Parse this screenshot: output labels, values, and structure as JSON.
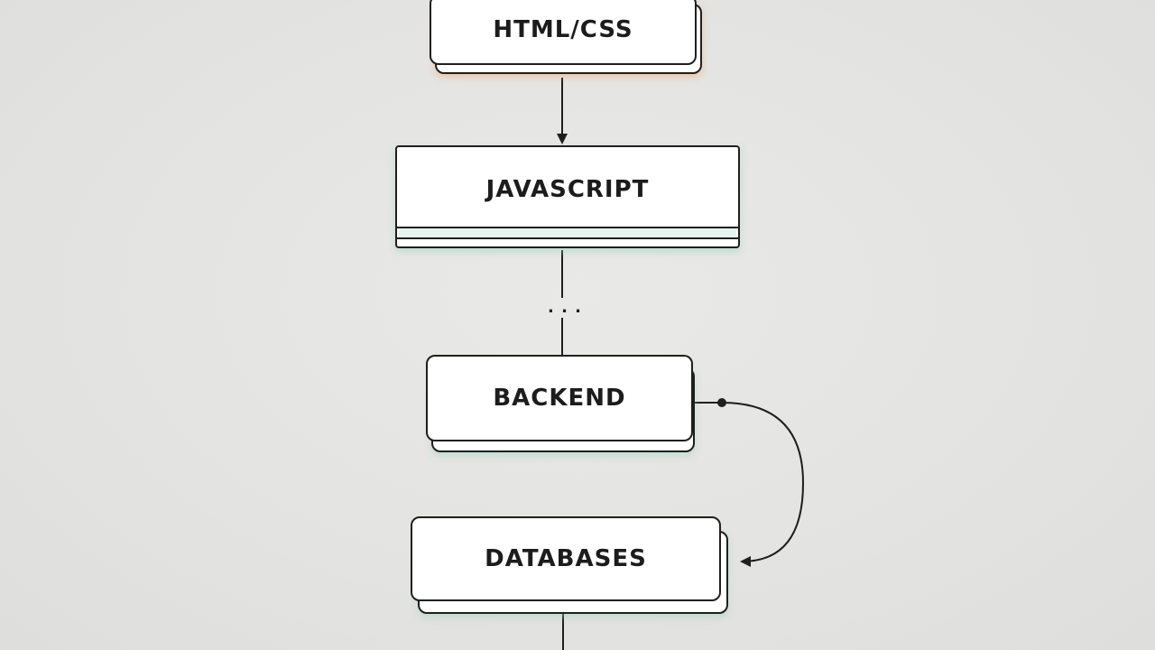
{
  "diagram": {
    "nodes": [
      {
        "id": "html-css",
        "label": "HTML/CSS"
      },
      {
        "id": "javascript",
        "label": "JAVASCRIPT"
      },
      {
        "id": "backend",
        "label": "BACKEND"
      },
      {
        "id": "databases",
        "label": "DATABASES"
      }
    ],
    "gap_marker": ". . .",
    "colors": {
      "stroke": "#1f1f1f",
      "box_fill": "#ffffff",
      "background": "#e4e4e2",
      "html_shadow": "#f0aa6e",
      "teal_shadow": "#96d2be"
    }
  }
}
